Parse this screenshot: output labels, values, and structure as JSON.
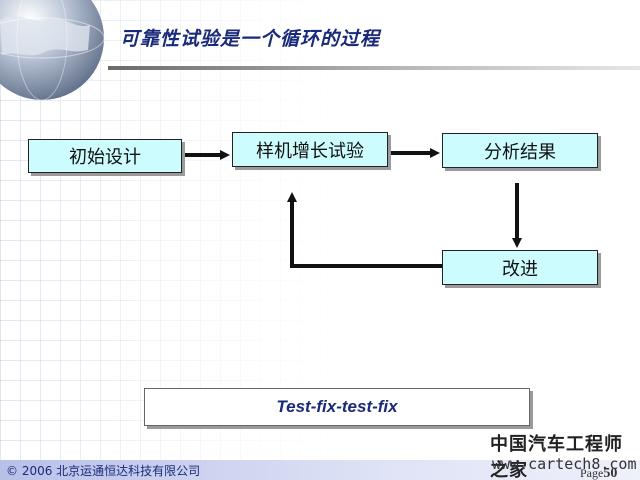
{
  "slide": {
    "title": "可靠性试验是一个循环的过程",
    "motto": "Test-fix-test-fix"
  },
  "diagram": {
    "nodes": [
      {
        "id": "initial-design",
        "label": "初始设计"
      },
      {
        "id": "prototype-test",
        "label": "样机增长试验"
      },
      {
        "id": "analyze-results",
        "label": "分析结果"
      },
      {
        "id": "improve",
        "label": "改进"
      }
    ],
    "edges": [
      {
        "from": "initial-design",
        "to": "prototype-test"
      },
      {
        "from": "prototype-test",
        "to": "analyze-results"
      },
      {
        "from": "analyze-results",
        "to": "improve"
      },
      {
        "from": "improve",
        "to": "prototype-test"
      }
    ]
  },
  "footer": {
    "copyright": "© 2006 北京运通恒达科技有限公司",
    "page_prefix": "Page",
    "page_number": "50"
  },
  "watermark": {
    "line1": "中国汽车工程师之家",
    "line2": "www.cartech8.com"
  },
  "colors": {
    "box_fill": "#cdfcff",
    "title_color": "#1a2a7a",
    "footer_bar": "#c8cdf0"
  }
}
